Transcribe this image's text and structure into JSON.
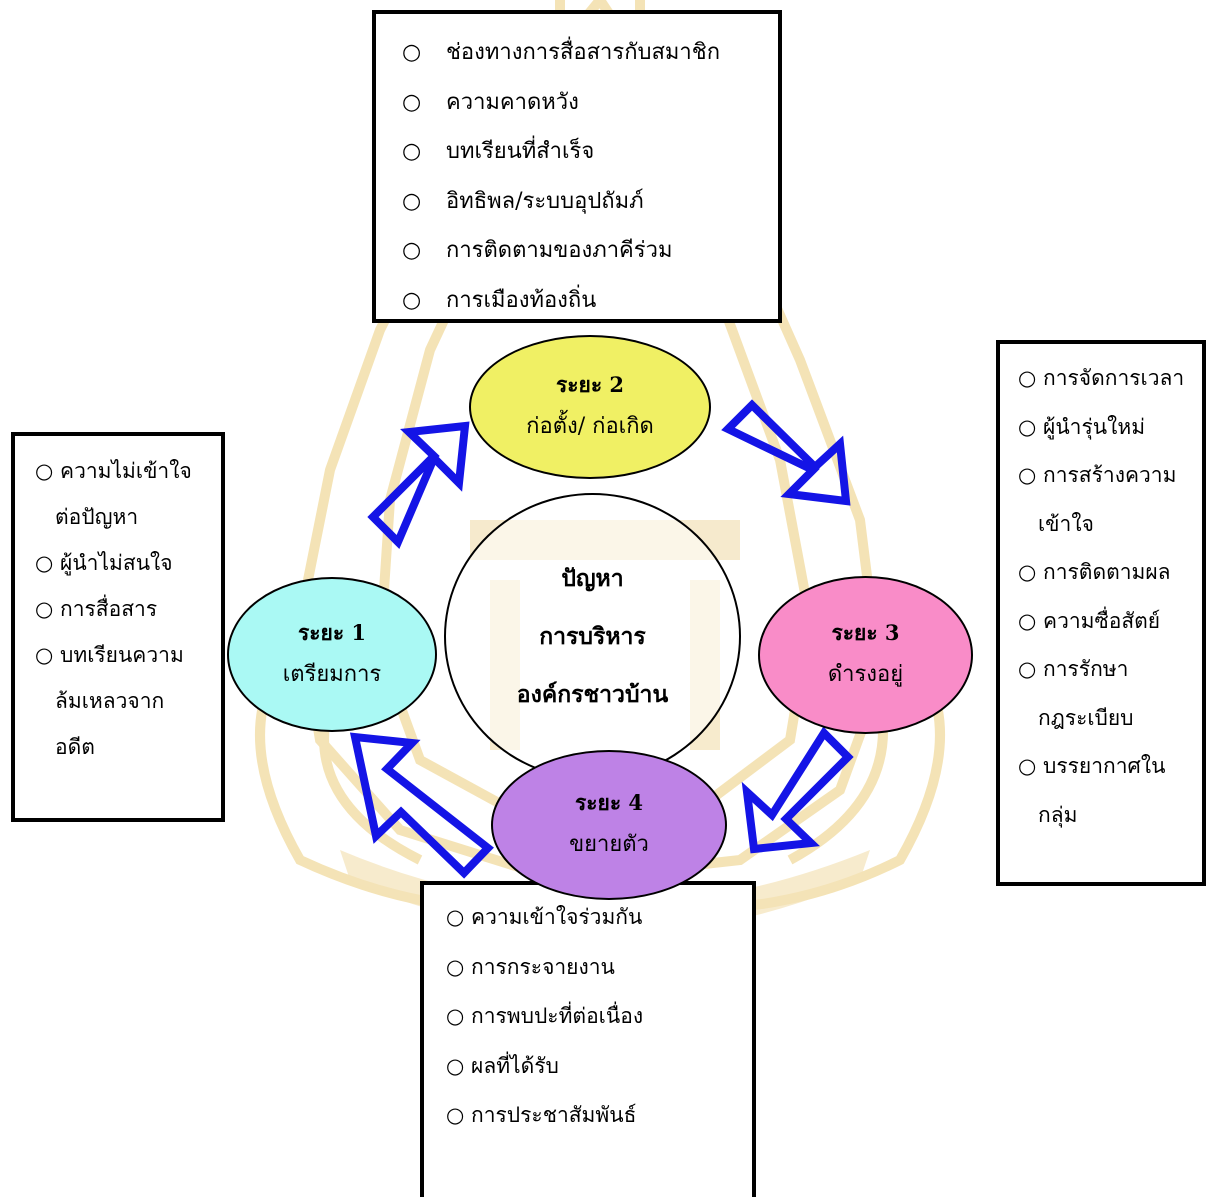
{
  "colors": {
    "phase2": "#f0f064",
    "phase1": "#aaf9f4",
    "phase3": "#f98cc8",
    "phase4": "#be82e6",
    "arrow": "#1414e6",
    "watermark": "#f6e4b4"
  },
  "bullet_symbol": "○",
  "center": {
    "line1": "ปัญหา",
    "line2": "การบริหาร",
    "line3": "องค์กรชาวบ้าน"
  },
  "phases": {
    "p1": {
      "label": "ระยะ 1",
      "name": "เตรียมการ"
    },
    "p2": {
      "label": "ระยะ 2",
      "name": "ก่อตั้ง/ ก่อเกิด"
    },
    "p3": {
      "label": "ระยะ 3",
      "name": "ดำรงอยู่"
    },
    "p4": {
      "label": "ระยะ 4",
      "name": "ขยายตัว"
    }
  },
  "boxes": {
    "top": [
      "ช่องทางการสื่อสารกับสมาชิก",
      "ความคาดหวัง",
      "บทเรียนที่สำเร็จ",
      "อิทธิพล/ระบบอุปถัมภ์",
      "การติดตามของภาคีร่วม",
      "การเมืองท้องถิ่น"
    ],
    "left": {
      "i1": "ความไม่เข้าใจ",
      "i1b": "ต่อปัญหา",
      "i2": "ผู้นำไม่สนใจ",
      "i3": "การสื่อสาร",
      "i4": "บทเรียนความ",
      "i4b": "ล้มเหลวจาก",
      "i4c": "อดีต"
    },
    "right": {
      "i1": "การจัดการเวลา",
      "i2": "ผู้นำรุ่นใหม่",
      "i3": "การสร้างความ",
      "i3b": "เข้าใจ",
      "i4": "การติดตามผล",
      "i5": "ความซื่อสัตย์",
      "i6": "การรักษา",
      "i6b": "กฎระเบียบ",
      "i7": "บรรยากาศใน",
      "i7b": "กลุ่ม"
    },
    "bottom": [
      "ความเข้าใจร่วมกัน",
      "การกระจายงาน",
      "การพบปะที่ต่อเนื่อง",
      "ผลที่ได้รับ",
      "การประชาสัมพันธ์"
    ]
  }
}
